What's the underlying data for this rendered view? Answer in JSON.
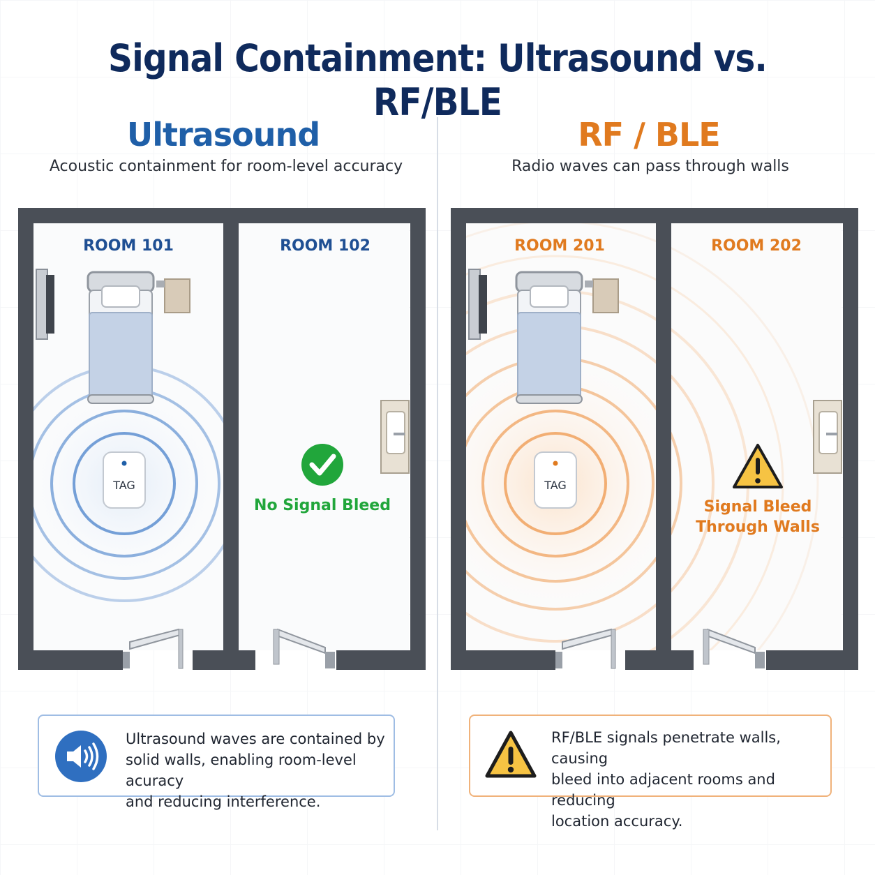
{
  "title": "Signal Containment: Ultrasound vs. RF/BLE",
  "colors": {
    "navy": "#0f2a5c",
    "ultrasound_blue": "#1f5fa8",
    "rf_orange": "#e07a1f",
    "wall": "#4a4f57",
    "success_green": "#21a63b",
    "warning_yellow": "#f6c343"
  },
  "ultrasound": {
    "heading": "Ultrasound",
    "subtitle": "Acoustic containment for room-level accuracy",
    "room_left": "ROOM 101",
    "room_right": "ROOM 102",
    "tag_label": "TAG",
    "status": "No Signal Bleed",
    "status_icon": "check-circle-icon",
    "info_icon": "speaker-icon",
    "info": [
      "Ultrasound waves are contained by",
      "solid walls, enabling room-level acuracy",
      "and reducing interference."
    ]
  },
  "rf": {
    "heading": "RF / BLE",
    "subtitle": "Radio waves can pass through walls",
    "room_left": "ROOM 201",
    "room_right": "ROOM 202",
    "tag_label": "TAG",
    "status_line1": "Signal Bleed",
    "status_line2": "Through Walls",
    "status_icon": "warning-icon",
    "info_icon": "warning-icon",
    "info": [
      "RF/BLE signals penetrate walls, causing",
      "bleed into adjacent rooms and reducing",
      "location accuracy."
    ]
  }
}
